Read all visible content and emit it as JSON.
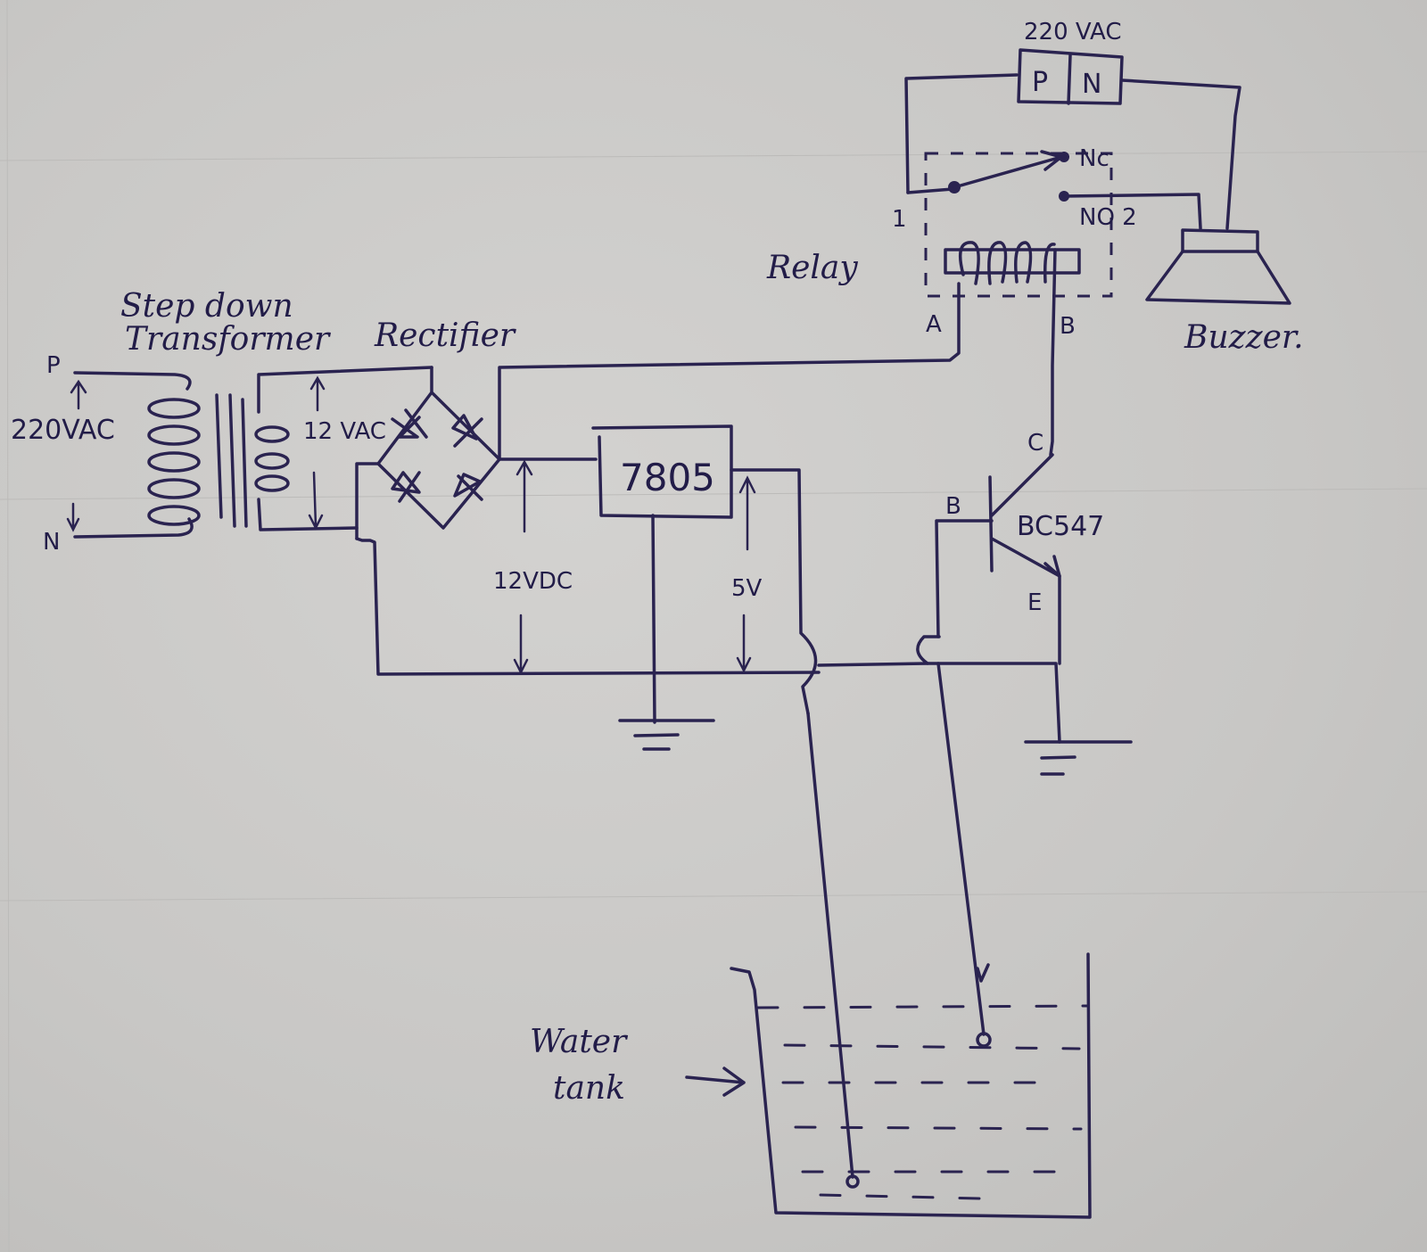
{
  "diagram": {
    "title": "Water level indicator with buzzer alarm circuit",
    "style": "hand-drawn on paper",
    "ink_color": "#2a2350",
    "paper_color": "#cbcac8"
  },
  "mains_input": {
    "p_label": "P",
    "n_label": "N",
    "voltage_label": "220VAC"
  },
  "transformer": {
    "label_line1": "Step down",
    "label_line2": "Transformer",
    "secondary_voltage_label": "12 VAC"
  },
  "rectifier": {
    "label": "Rectifier",
    "output_voltage_label": "12VDC"
  },
  "regulator": {
    "part_label": "7805",
    "output_voltage_label": "5V"
  },
  "relay": {
    "label": "Relay",
    "coil_terminal_a": "A",
    "coil_terminal_b": "B",
    "common_terminal": "1",
    "nc_label": "Nc",
    "no_label": "NO 2"
  },
  "relay_supply": {
    "voltage_label": "220 VAC",
    "p_label": "P",
    "n_label": "N"
  },
  "buzzer": {
    "label": "Buzzer."
  },
  "transistor": {
    "part_label": "BC547",
    "collector_label": "C",
    "base_label": "B",
    "emitter_label": "E"
  },
  "tank": {
    "label_line1": "Water",
    "label_line2": "tank"
  }
}
